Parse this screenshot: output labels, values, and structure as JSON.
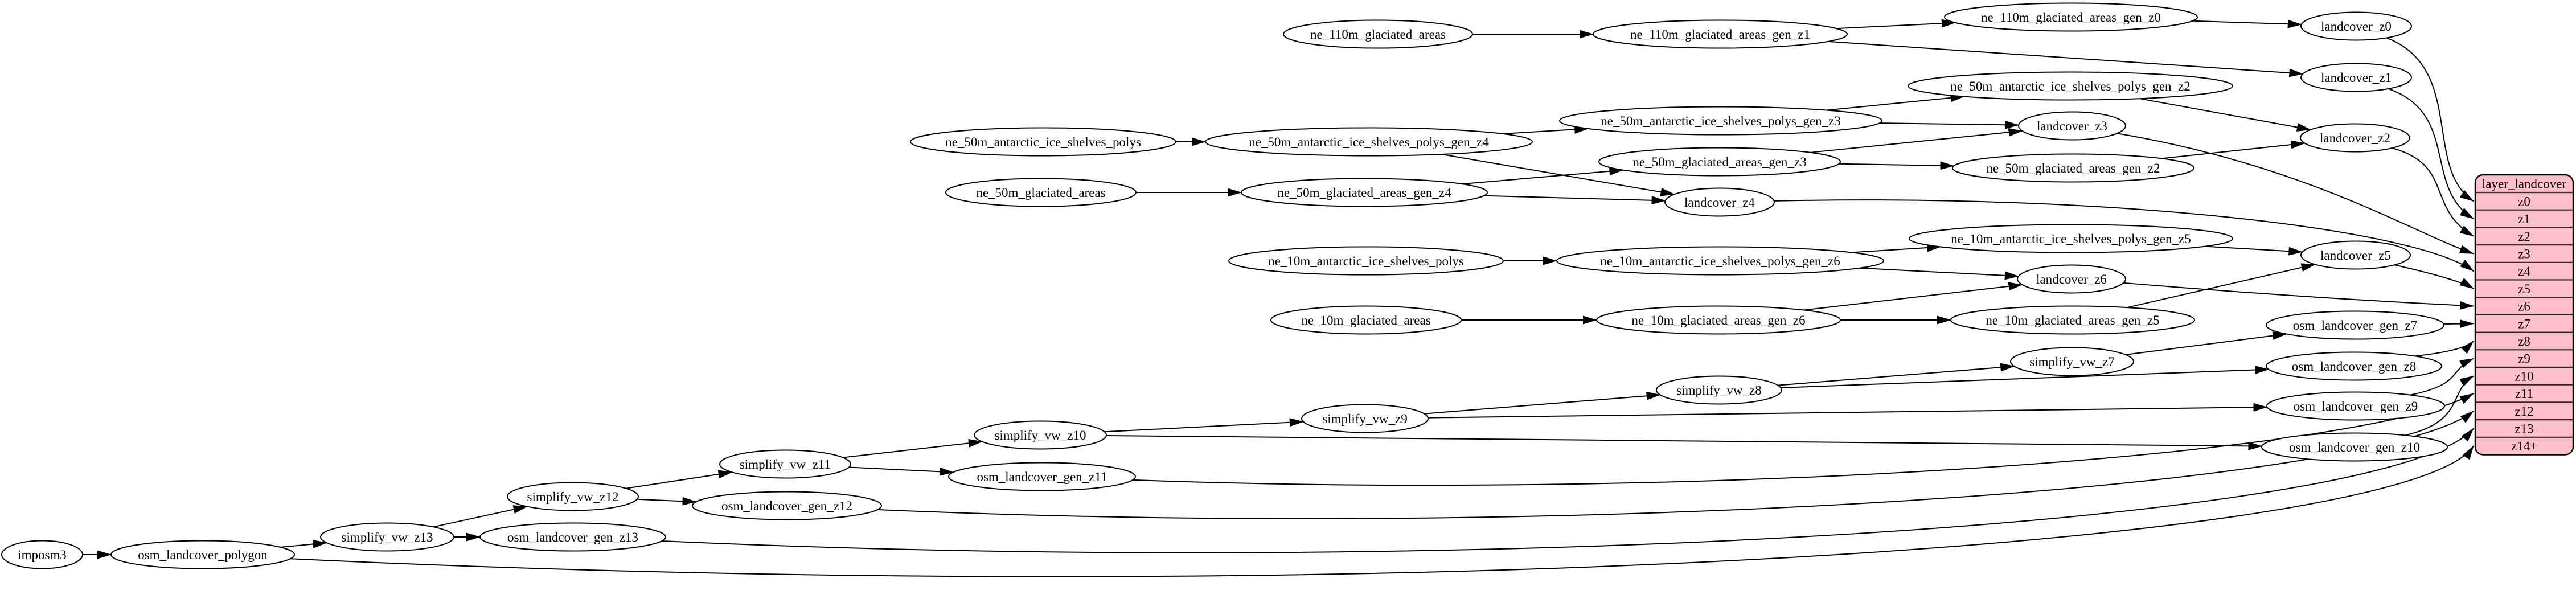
{
  "diagram": {
    "kind": "etl-dependency-graph",
    "nodes": [
      "imposm3",
      "osm_landcover_polygon",
      "simplify_vw_z13",
      "osm_landcover_gen_z13",
      "simplify_vw_z12",
      "osm_landcover_gen_z12",
      "simplify_vw_z11",
      "osm_landcover_gen_z11",
      "simplify_vw_z10",
      "simplify_vw_z9",
      "simplify_vw_z8",
      "simplify_vw_z7",
      "osm_landcover_gen_z7",
      "osm_landcover_gen_z8",
      "osm_landcover_gen_z9",
      "osm_landcover_gen_z10",
      "ne_110m_glaciated_areas",
      "ne_110m_glaciated_areas_gen_z1",
      "ne_110m_glaciated_areas_gen_z0",
      "landcover_z0",
      "landcover_z1",
      "landcover_z2",
      "landcover_z3",
      "landcover_z4",
      "landcover_z5",
      "landcover_z6",
      "ne_50m_antarctic_ice_shelves_polys",
      "ne_50m_antarctic_ice_shelves_polys_gen_z4",
      "ne_50m_antarctic_ice_shelves_polys_gen_z3",
      "ne_50m_antarctic_ice_shelves_polys_gen_z2",
      "ne_50m_glaciated_areas",
      "ne_50m_glaciated_areas_gen_z4",
      "ne_50m_glaciated_areas_gen_z3",
      "ne_50m_glaciated_areas_gen_z2",
      "ne_10m_antarctic_ice_shelves_polys",
      "ne_10m_antarctic_ice_shelves_polys_gen_z6",
      "ne_10m_antarctic_ice_shelves_polys_gen_z5",
      "ne_10m_glaciated_areas",
      "ne_10m_glaciated_areas_gen_z6",
      "ne_10m_glaciated_areas_gen_z5"
    ],
    "edges": [
      [
        "ne_110m_glaciated_areas",
        "ne_110m_glaciated_areas_gen_z1"
      ],
      [
        "ne_110m_glaciated_areas_gen_z1",
        "ne_110m_glaciated_areas_gen_z0"
      ],
      [
        "ne_110m_glaciated_areas_gen_z1",
        "landcover_z1"
      ],
      [
        "ne_110m_glaciated_areas_gen_z0",
        "landcover_z0"
      ],
      [
        "ne_50m_antarctic_ice_shelves_polys",
        "ne_50m_antarctic_ice_shelves_polys_gen_z4"
      ],
      [
        "ne_50m_antarctic_ice_shelves_polys_gen_z4",
        "ne_50m_antarctic_ice_shelves_polys_gen_z3"
      ],
      [
        "ne_50m_antarctic_ice_shelves_polys_gen_z4",
        "landcover_z4"
      ],
      [
        "ne_50m_antarctic_ice_shelves_polys_gen_z3",
        "ne_50m_antarctic_ice_shelves_polys_gen_z2"
      ],
      [
        "ne_50m_antarctic_ice_shelves_polys_gen_z3",
        "landcover_z3"
      ],
      [
        "ne_50m_antarctic_ice_shelves_polys_gen_z2",
        "landcover_z2"
      ],
      [
        "ne_50m_glaciated_areas",
        "ne_50m_glaciated_areas_gen_z4"
      ],
      [
        "ne_50m_glaciated_areas_gen_z4",
        "ne_50m_glaciated_areas_gen_z3"
      ],
      [
        "ne_50m_glaciated_areas_gen_z4",
        "landcover_z4"
      ],
      [
        "ne_50m_glaciated_areas_gen_z3",
        "ne_50m_glaciated_areas_gen_z2"
      ],
      [
        "ne_50m_glaciated_areas_gen_z3",
        "landcover_z3"
      ],
      [
        "ne_50m_glaciated_areas_gen_z2",
        "landcover_z2"
      ],
      [
        "ne_10m_antarctic_ice_shelves_polys",
        "ne_10m_antarctic_ice_shelves_polys_gen_z6"
      ],
      [
        "ne_10m_antarctic_ice_shelves_polys_gen_z6",
        "ne_10m_antarctic_ice_shelves_polys_gen_z5"
      ],
      [
        "ne_10m_antarctic_ice_shelves_polys_gen_z6",
        "landcover_z6"
      ],
      [
        "ne_10m_antarctic_ice_shelves_polys_gen_z5",
        "landcover_z5"
      ],
      [
        "ne_10m_glaciated_areas",
        "ne_10m_glaciated_areas_gen_z6"
      ],
      [
        "ne_10m_glaciated_areas_gen_z6",
        "ne_10m_glaciated_areas_gen_z5"
      ],
      [
        "ne_10m_glaciated_areas_gen_z6",
        "landcover_z6"
      ],
      [
        "ne_10m_glaciated_areas_gen_z5",
        "landcover_z5"
      ],
      [
        "imposm3",
        "osm_landcover_polygon"
      ],
      [
        "osm_landcover_polygon",
        "simplify_vw_z13"
      ],
      [
        "osm_landcover_polygon",
        "row:z14+"
      ],
      [
        "simplify_vw_z13",
        "simplify_vw_z12"
      ],
      [
        "simplify_vw_z13",
        "osm_landcover_gen_z13"
      ],
      [
        "simplify_vw_z12",
        "simplify_vw_z11"
      ],
      [
        "simplify_vw_z12",
        "osm_landcover_gen_z12"
      ],
      [
        "simplify_vw_z11",
        "simplify_vw_z10"
      ],
      [
        "simplify_vw_z11",
        "osm_landcover_gen_z11"
      ],
      [
        "simplify_vw_z10",
        "simplify_vw_z9"
      ],
      [
        "simplify_vw_z10",
        "osm_landcover_gen_z10"
      ],
      [
        "simplify_vw_z9",
        "simplify_vw_z8"
      ],
      [
        "simplify_vw_z9",
        "osm_landcover_gen_z9"
      ],
      [
        "simplify_vw_z8",
        "simplify_vw_z7"
      ],
      [
        "simplify_vw_z8",
        "osm_landcover_gen_z8"
      ],
      [
        "simplify_vw_z7",
        "osm_landcover_gen_z7"
      ],
      [
        "landcover_z0",
        "row:z0"
      ],
      [
        "landcover_z1",
        "row:z1"
      ],
      [
        "landcover_z2",
        "row:z2"
      ],
      [
        "landcover_z3",
        "row:z3"
      ],
      [
        "landcover_z4",
        "row:z4"
      ],
      [
        "landcover_z5",
        "row:z5"
      ],
      [
        "landcover_z6",
        "row:z6"
      ],
      [
        "osm_landcover_gen_z7",
        "row:z7"
      ],
      [
        "osm_landcover_gen_z8",
        "row:z8"
      ],
      [
        "osm_landcover_gen_z9",
        "row:z9"
      ],
      [
        "osm_landcover_gen_z10",
        "row:z10"
      ],
      [
        "osm_landcover_gen_z11",
        "row:z11"
      ],
      [
        "osm_landcover_gen_z12",
        "row:z12"
      ],
      [
        "osm_landcover_gen_z13",
        "row:z13"
      ]
    ],
    "table": {
      "title": "layer_landcover",
      "rows": [
        "z0",
        "z1",
        "z2",
        "z3",
        "z4",
        "z5",
        "z6",
        "z7",
        "z8",
        "z9",
        "z10",
        "z11",
        "z12",
        "z13",
        "z14+"
      ]
    },
    "colors": {
      "background": "#ffffff",
      "node_fill": "#ffffff",
      "node_stroke": "#000000",
      "edge": "#000000",
      "table_fill": "#ffc0cb",
      "table_stroke": "#000000",
      "text": "#000000"
    }
  }
}
